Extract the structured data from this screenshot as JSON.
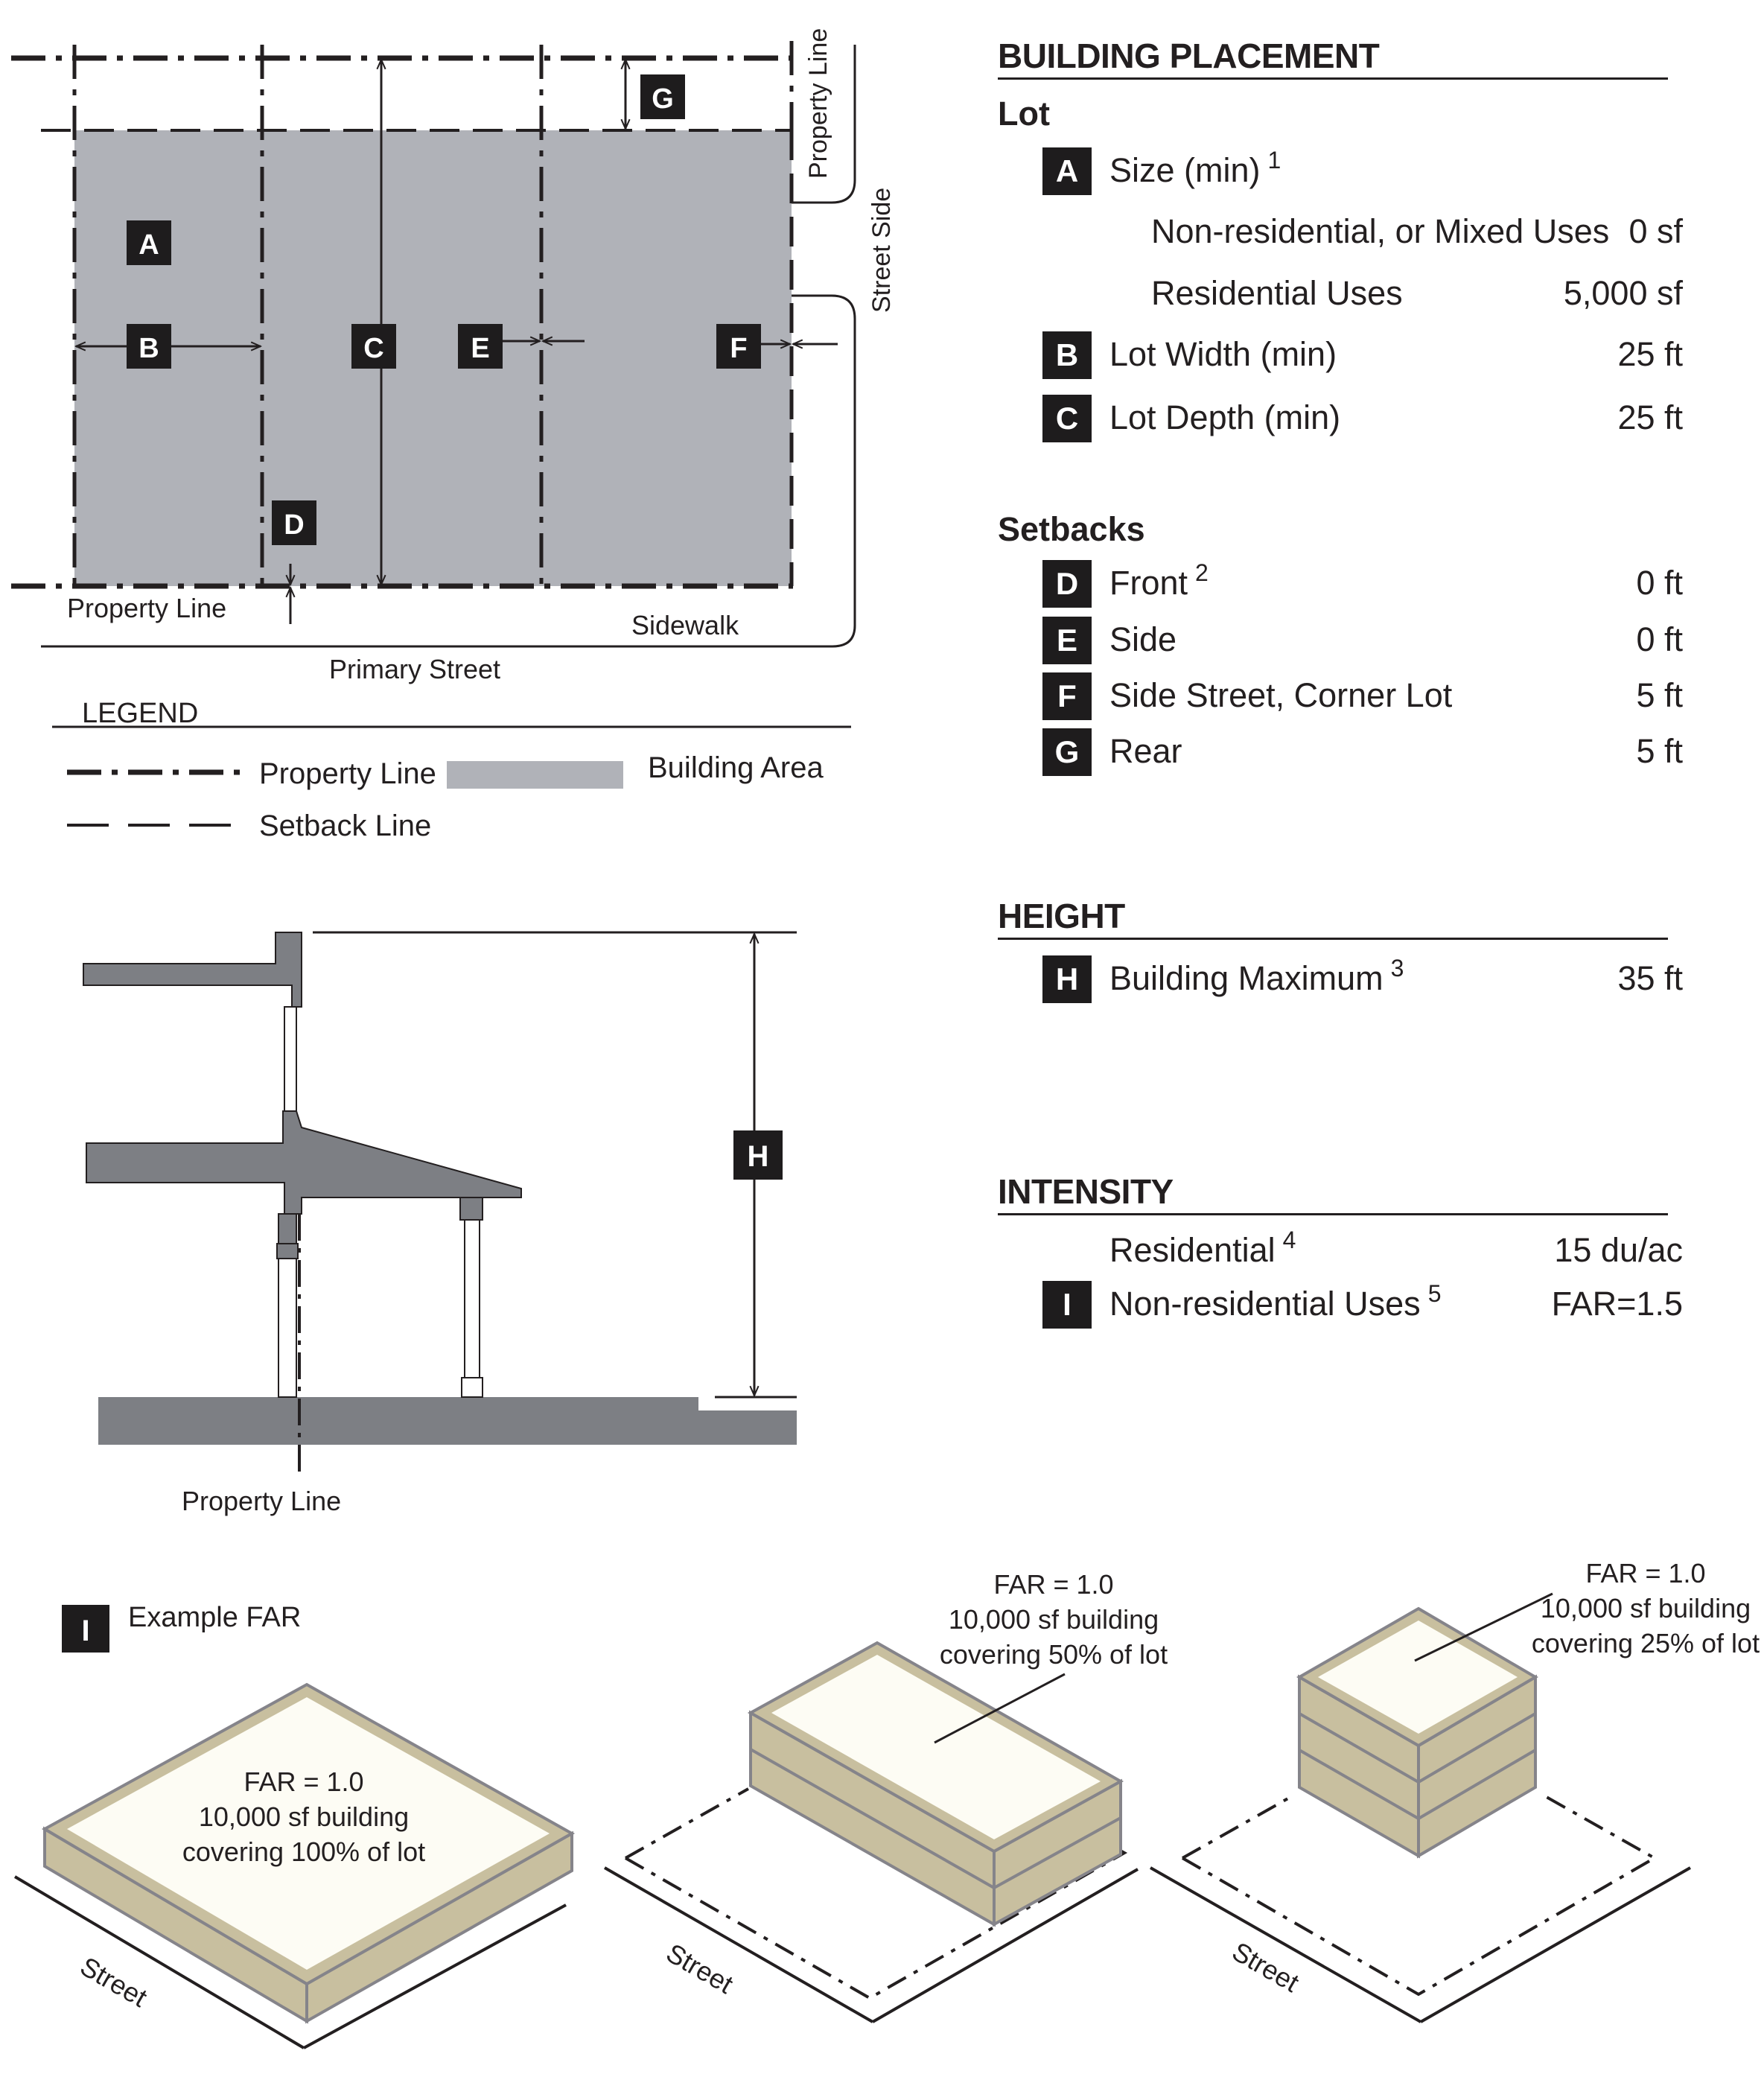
{
  "plan": {
    "labels": {
      "property_line_vertical": "Property Line",
      "street_side": "Street Side",
      "property_line_bottom": "Property Line",
      "sidewalk": "Sidewalk",
      "primary_street": "Primary Street"
    },
    "badges": {
      "a": "A",
      "b": "B",
      "c": "C",
      "d": "D",
      "e": "E",
      "f": "F",
      "g": "G"
    }
  },
  "legend": {
    "title": "LEGEND",
    "property_line": "Property Line",
    "setback_line": "Setback Line",
    "building_area": "Building Area"
  },
  "section": {
    "badge_h": "H",
    "property_line": "Property Line"
  },
  "colors": {
    "building_area": "#b0b2b8",
    "section_fill": "#7d7f84",
    "massing_side": "#c8bf9f",
    "massing_top": "#fdfcf4",
    "badge": "#1e1c1d"
  },
  "table": {
    "building_placement": {
      "heading": "BUILDING PLACEMENT",
      "lot": {
        "heading": "Lot",
        "size": {
          "badge": "A",
          "label": "Size (min)",
          "note": "1"
        },
        "non_residential": {
          "label": "Non-residential, or Mixed Uses",
          "value": "0 sf"
        },
        "residential": {
          "label": "Residential Uses",
          "value": "5,000 sf"
        },
        "width": {
          "badge": "B",
          "label": "Lot Width (min)",
          "value": "25 ft"
        },
        "depth": {
          "badge": "C",
          "label": "Lot Depth (min)",
          "value": "25 ft"
        }
      },
      "setbacks": {
        "heading": "Setbacks",
        "front": {
          "badge": "D",
          "label": "Front",
          "note": "2",
          "value": "0 ft"
        },
        "side": {
          "badge": "E",
          "label": "Side",
          "value": "0 ft"
        },
        "side_street": {
          "badge": "F",
          "label": "Side Street, Corner Lot",
          "value": "5 ft"
        },
        "rear": {
          "badge": "G",
          "label": "Rear",
          "value": "5 ft"
        }
      }
    },
    "height": {
      "heading": "HEIGHT",
      "building_max": {
        "badge": "H",
        "label": "Building Maximum",
        "note": "3",
        "value": "35 ft"
      }
    },
    "intensity": {
      "heading": "INTENSITY",
      "residential": {
        "label": "Residential",
        "note": "4",
        "value": "15 du/ac"
      },
      "non_residential": {
        "badge": "I",
        "label": "Non-residential Uses",
        "note": "5",
        "value": "FAR=1.5"
      }
    }
  },
  "far_examples": {
    "badge": "I",
    "title": "Example FAR",
    "street_label": "Street",
    "ex1": {
      "line1": "FAR = 1.0",
      "line2": "10,000 sf building",
      "line3": "covering 100% of lot"
    },
    "ex2": {
      "line1": "FAR = 1.0",
      "line2": "10,000 sf building",
      "line3": "covering 50% of lot"
    },
    "ex3": {
      "line1": "FAR = 1.0",
      "line2": "10,000 sf building",
      "line3": "covering 25% of lot"
    }
  }
}
